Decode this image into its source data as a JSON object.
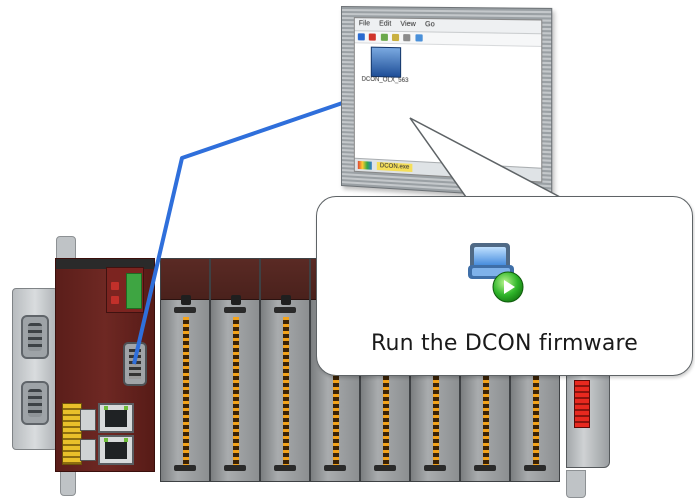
{
  "pc_window": {
    "menu": [
      "File",
      "Edit",
      "View",
      "Go"
    ],
    "file_label": "DCON_OLX_563",
    "taskbar_item": "DCON.exe"
  },
  "callout": {
    "text": "Run the DCON firmware",
    "icon": "dcon-firmware-icon"
  },
  "hardware": {
    "icons": [
      "pac-controller",
      "io-module",
      "serial-port",
      "ethernet-port",
      "com-cable"
    ]
  },
  "colors": {
    "cable": "#2f6fdb",
    "cpu_brown": "#6e2823",
    "io_orange": "#f2a21a",
    "callout_border": "#5e6366"
  }
}
